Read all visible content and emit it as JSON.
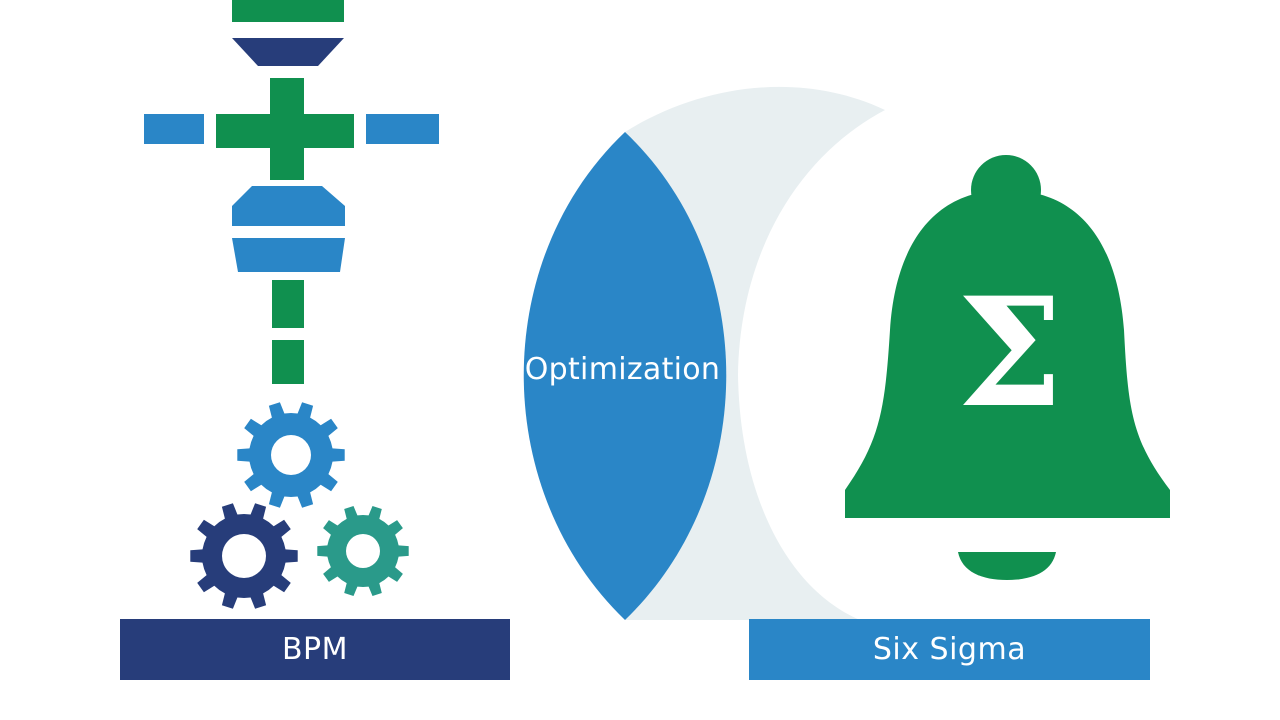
{
  "labels": {
    "bpm": "BPM",
    "optimization": "Optimization",
    "six_sigma": "Six Sigma",
    "sigma_symbol": "Σ"
  },
  "colors": {
    "navy": "#273d7a",
    "blue": "#2a86c7",
    "green": "#10904f",
    "teal": "#2a9a8a",
    "pale": "#e8eff1",
    "white": "#ffffff"
  },
  "icons": [
    "process-column-icon",
    "gear-icon",
    "bell-icon",
    "sigma-icon"
  ]
}
